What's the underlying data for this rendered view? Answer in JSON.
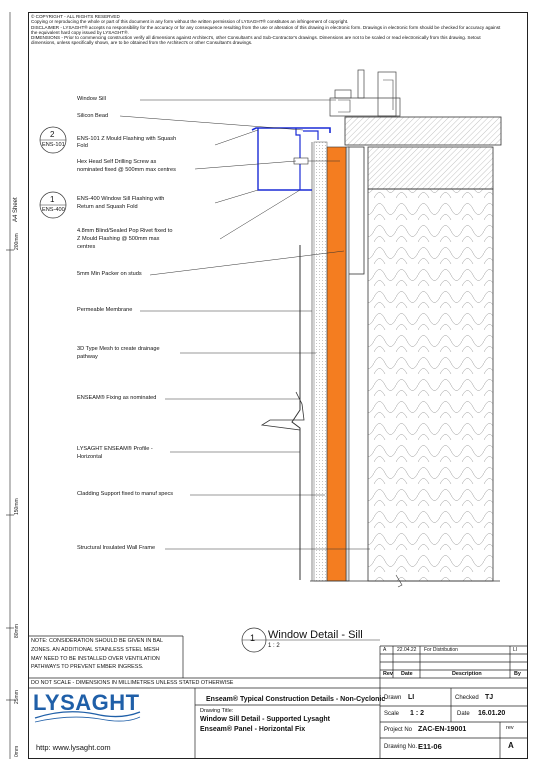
{
  "disclaimer": {
    "line1": "© COPYRIGHT - ALL RIGHTS RESERVED",
    "line2": "Copying or reproducing the whole or part of this document in any form without the written permission of LYSAGHT® constitutes an infringement of copyright.",
    "line3": "DISCLAIMER - LYSAGHT® accepts no responsibility for the accuracy or for any consequence resulting from the use or alteration of this drawing in electronic form.  Drawings in electronic form should be checked for accuracy against",
    "line4": "the equivalent hard copy issued by LYSAGHT®.",
    "line5": "DIMENSIONS - Prior to commencing construction verify all dimensions against Architect's, other Consultant's and Sub-Contractor's drawings. Dimensions are not to be scaled or read electronically from this drawing. Setout",
    "line6": "dimensions, unless specifically shown, are to be obtained from the Architect's or other Consultant's drawings."
  },
  "side_ruler": {
    "sheet": "A4 Sheet",
    "mm200": "200mm",
    "mm150": "150mm",
    "mm80": "80mm",
    "mm25": "25mm",
    "mm0": "0mm"
  },
  "labels": {
    "window_sill": "Window Sill",
    "silicon_bead": "Silicon Bead",
    "ens101_1": "ENS-101 Z Mould Flashing with Squash",
    "ens101_2": "Fold",
    "screw_1": "Hex Head Self Drilling Screw as",
    "screw_2": "nominated fixed @ 500mm max centres",
    "ens400_1": "ENS-400 Window Sill Flashing with",
    "ens400_2": "Return and Squash Fold",
    "rivet_1": "4.8mm Blind/Sealed Pop Rivet fixed to",
    "rivet_2": "Z Mould Flashing @ 500mm max",
    "rivet_3": "centres",
    "packer": "5mm Min Packer on studs",
    "membrane": "Permeable Membrane",
    "mesh_1": "3D Type Mesh to create drainage",
    "mesh_2": "pathway",
    "fixing": "ENSEAM® Fixing as nominated",
    "profile_1": "LYSAGHT ENSEAM® Profile -",
    "profile_2": "Horizontal",
    "support": "Cladding Support fixed to manuf  specs",
    "frame": "Structural Insulated Wall Frame"
  },
  "callouts": {
    "c2_num": "2",
    "c2_ref": "ENS-101",
    "c1_num": "1",
    "c1_ref": "ENS-400"
  },
  "detail_title": {
    "num": "1",
    "text": "Window Detail - Sill",
    "scale": "1 : 2"
  },
  "note": {
    "l1": "NOTE: CONSIDERATION SHOULD BE GIVEN IN BAL",
    "l2": "ZONES. AN ADDITIONAL STAINLESS STEEL MESH",
    "l3": "MAY NEED TO BE INSTALLED OVER VENTILATION",
    "l4": "PATHWAYS TO PREVENT EMBER INGRESS."
  },
  "title_block": {
    "do_not_scale": "DO NOT SCALE - DIMENSIONS IN MILLIMETRES UNLESS STATED OTHERWISE",
    "logo": "LYSAGHT",
    "website": "http: www.lysaght.com",
    "header": "Enseam® Typical Construction Details - Non-Cyclonic",
    "drawing_title_label": "Drawing Title:",
    "title_1": "Window Sill Detail - Supported Lysaght",
    "title_2": "Enseam® Panel - Horizontal Fix",
    "rev_a": "A",
    "rev_date": "22.04.22",
    "rev_desc": "For Distribution",
    "rev_by": "LI",
    "rev_h": "Rev",
    "date_h": "Date",
    "desc_h": "Description",
    "by_h": "By",
    "drawn_label": "Drawn",
    "drawn_value": "LI",
    "checked_label": "Checked",
    "checked_value": "TJ",
    "scale_label": "Scale",
    "scale_value": "1 : 2",
    "date_label": "Date",
    "date_value": "16.01.20",
    "project_label": "Project No",
    "project_value": "ZAC-EN-19001",
    "rev_label": "rev",
    "drawing_label": "Drawing No.",
    "drawing_value": "E11-06",
    "rev_value": "A"
  },
  "colors": {
    "insulation": "#f47d20",
    "flashing": "#1a2bd6",
    "timber_hatch": "#7a7a7a",
    "logo_blue": "#1f5fa8"
  }
}
